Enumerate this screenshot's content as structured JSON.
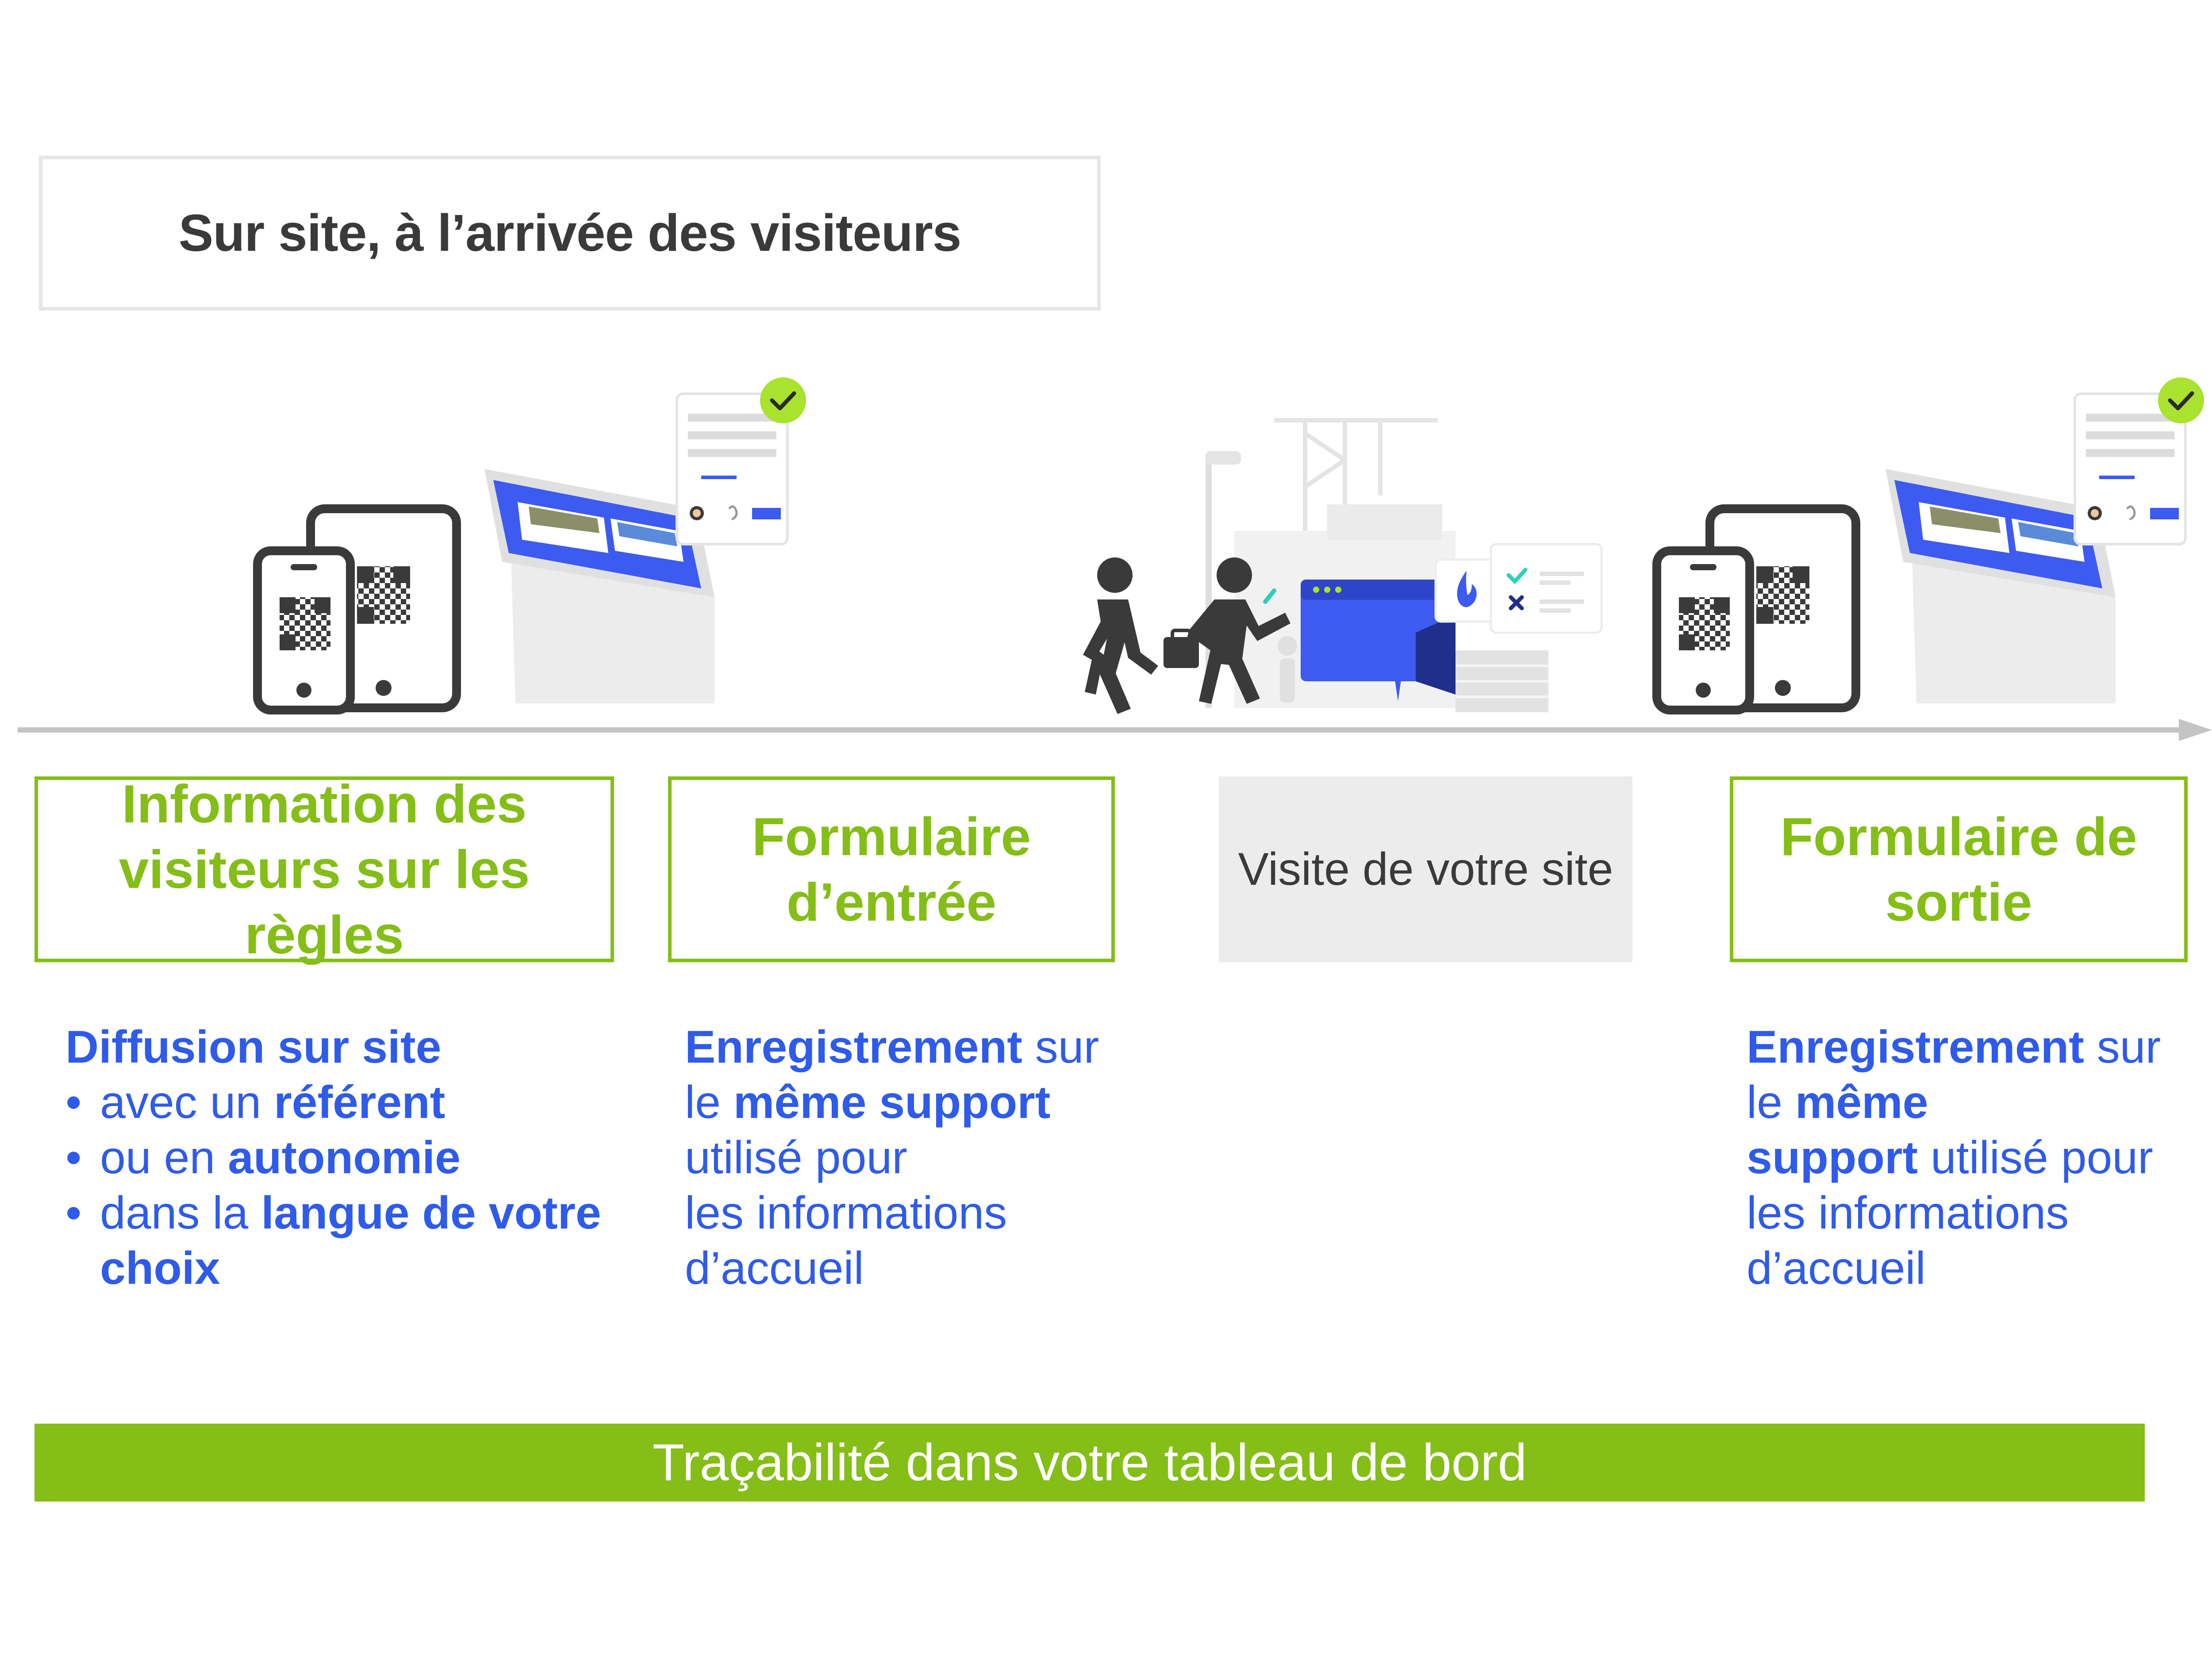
{
  "header": {
    "title": "Sur site, à l’arrivée des visiteurs"
  },
  "stages": [
    {
      "line1": "Information des",
      "line2": "visiteurs sur les règles"
    },
    {
      "line1": "Formulaire",
      "line2": "d’entrée"
    },
    {
      "label": "Visite de votre site"
    },
    {
      "line1": "Formulaire de",
      "line2": "sortie"
    }
  ],
  "cards": {
    "info": {
      "heading": "Diffusion sur site",
      "b1_plain": "avec un ",
      "b1_bold": "référent",
      "b2_plain": "ou en ",
      "b2_bold": "autonomie",
      "b3_plain": "dans la ",
      "b3_bold": "langue de votre",
      "b3_cont": "choix",
      "bullet": "•"
    },
    "entry": {
      "l1_bold": "Enregistrement",
      "l1_plain": " sur",
      "l2_plain": "le ",
      "l2_bold": "même support",
      "l3": "utilisé pour",
      "l4": "les informations",
      "l5": "d’accueil"
    },
    "exit": {
      "l1_bold": "Enregistrement",
      "l1_plain": " sur",
      "l2_plain": "le ",
      "l2_bold": "même",
      "l3_bold": "support",
      "l3_plain": " utilisé pour",
      "l4": "les informations",
      "l5": "d’accueil"
    }
  },
  "footer": {
    "label": "Traçabilité dans votre tableau de bord"
  },
  "icons": [
    "smartphone-qr-icon",
    "tablet-qr-icon",
    "kiosk-icon",
    "form-check-icon",
    "visitors-walking-icon",
    "construction-site-icon",
    "safety-checklist-icon"
  ],
  "colors": {
    "green": "#84be17",
    "blue": "#2f5bea",
    "kiosk_blue": "#3d5af1",
    "dark": "#3a3a3a",
    "grey_box": "#ececec",
    "timeline": "#c4c4c4"
  }
}
